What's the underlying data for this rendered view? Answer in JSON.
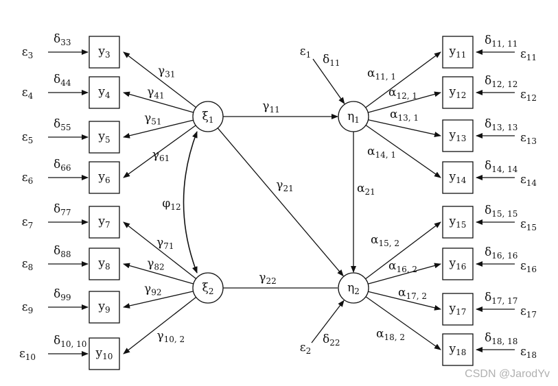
{
  "title": "Structural equation model path diagram",
  "exogenous": [
    {
      "id": "xi1",
      "symbol": "ξ",
      "sub": "1"
    },
    {
      "id": "xi2",
      "symbol": "ξ",
      "sub": "2"
    }
  ],
  "endogenous": [
    {
      "id": "eta1",
      "symbol": "η",
      "sub": "1",
      "error": {
        "symbol": "ε",
        "sub": "1"
      },
      "error_path": {
        "symbol": "δ",
        "sub": "11"
      }
    },
    {
      "id": "eta2",
      "symbol": "η",
      "sub": "2",
      "error": {
        "symbol": "ε",
        "sub": "2"
      },
      "error_path": {
        "symbol": "δ",
        "sub": "22"
      }
    }
  ],
  "left_indicators": [
    {
      "var": "3",
      "err": "3",
      "delta": "33",
      "loading": "31",
      "factor": "xi1"
    },
    {
      "var": "4",
      "err": "4",
      "delta": "44",
      "loading": "41",
      "factor": "xi1"
    },
    {
      "var": "5",
      "err": "5",
      "delta": "55",
      "loading": "51",
      "factor": "xi1"
    },
    {
      "var": "6",
      "err": "6",
      "delta": "66",
      "loading": "61",
      "factor": "xi1"
    },
    {
      "var": "7",
      "err": "7",
      "delta": "77",
      "loading": "71",
      "factor": "xi2"
    },
    {
      "var": "8",
      "err": "8",
      "delta": "88",
      "loading": "82",
      "factor": "xi2"
    },
    {
      "var": "9",
      "err": "9",
      "delta": "99",
      "loading": "92",
      "factor": "xi2"
    },
    {
      "var": "10",
      "err": "10",
      "delta": "10, 10",
      "loading": "10, 2",
      "factor": "xi2"
    }
  ],
  "right_indicators": [
    {
      "var": "11",
      "err": "11",
      "delta": "11, 11",
      "loading": "11, 1",
      "factor": "eta1"
    },
    {
      "var": "12",
      "err": "12",
      "delta": "12, 12",
      "loading": "12, 1",
      "factor": "eta1"
    },
    {
      "var": "13",
      "err": "13",
      "delta": "13, 13",
      "loading": "13, 1",
      "factor": "eta1"
    },
    {
      "var": "14",
      "err": "14",
      "delta": "14, 14",
      "loading": "14, 1",
      "factor": "eta1"
    },
    {
      "var": "15",
      "err": "15",
      "delta": "15, 15",
      "loading": "15, 2",
      "factor": "eta2"
    },
    {
      "var": "16",
      "err": "16",
      "delta": "16, 16",
      "loading": "16, 2",
      "factor": "eta2"
    },
    {
      "var": "17",
      "err": "17",
      "delta": "17, 17",
      "loading": "17, 2",
      "factor": "eta2"
    },
    {
      "var": "18",
      "err": "18",
      "delta": "18, 18",
      "loading": "18, 2",
      "factor": "eta2"
    }
  ],
  "structural_paths": [
    {
      "from": "xi1",
      "to": "eta1",
      "symbol": "γ",
      "sub": "11",
      "arrow": true
    },
    {
      "from": "xi1",
      "to": "eta2",
      "symbol": "γ",
      "sub": "21",
      "arrow": true
    },
    {
      "from": "xi2",
      "to": "eta2",
      "symbol": "γ",
      "sub": "22",
      "arrow": false
    },
    {
      "from": "eta1",
      "to": "eta2",
      "symbol": "α",
      "sub": "21",
      "arrow": true
    }
  ],
  "covariance": {
    "between": [
      "xi1",
      "xi2"
    ],
    "symbol": "φ",
    "sub": "12"
  },
  "symbols": {
    "indicator": "y",
    "error": "ε",
    "delta": "δ",
    "gamma": "γ",
    "alpha": "α"
  },
  "watermark": "CSDN @JarodYv"
}
